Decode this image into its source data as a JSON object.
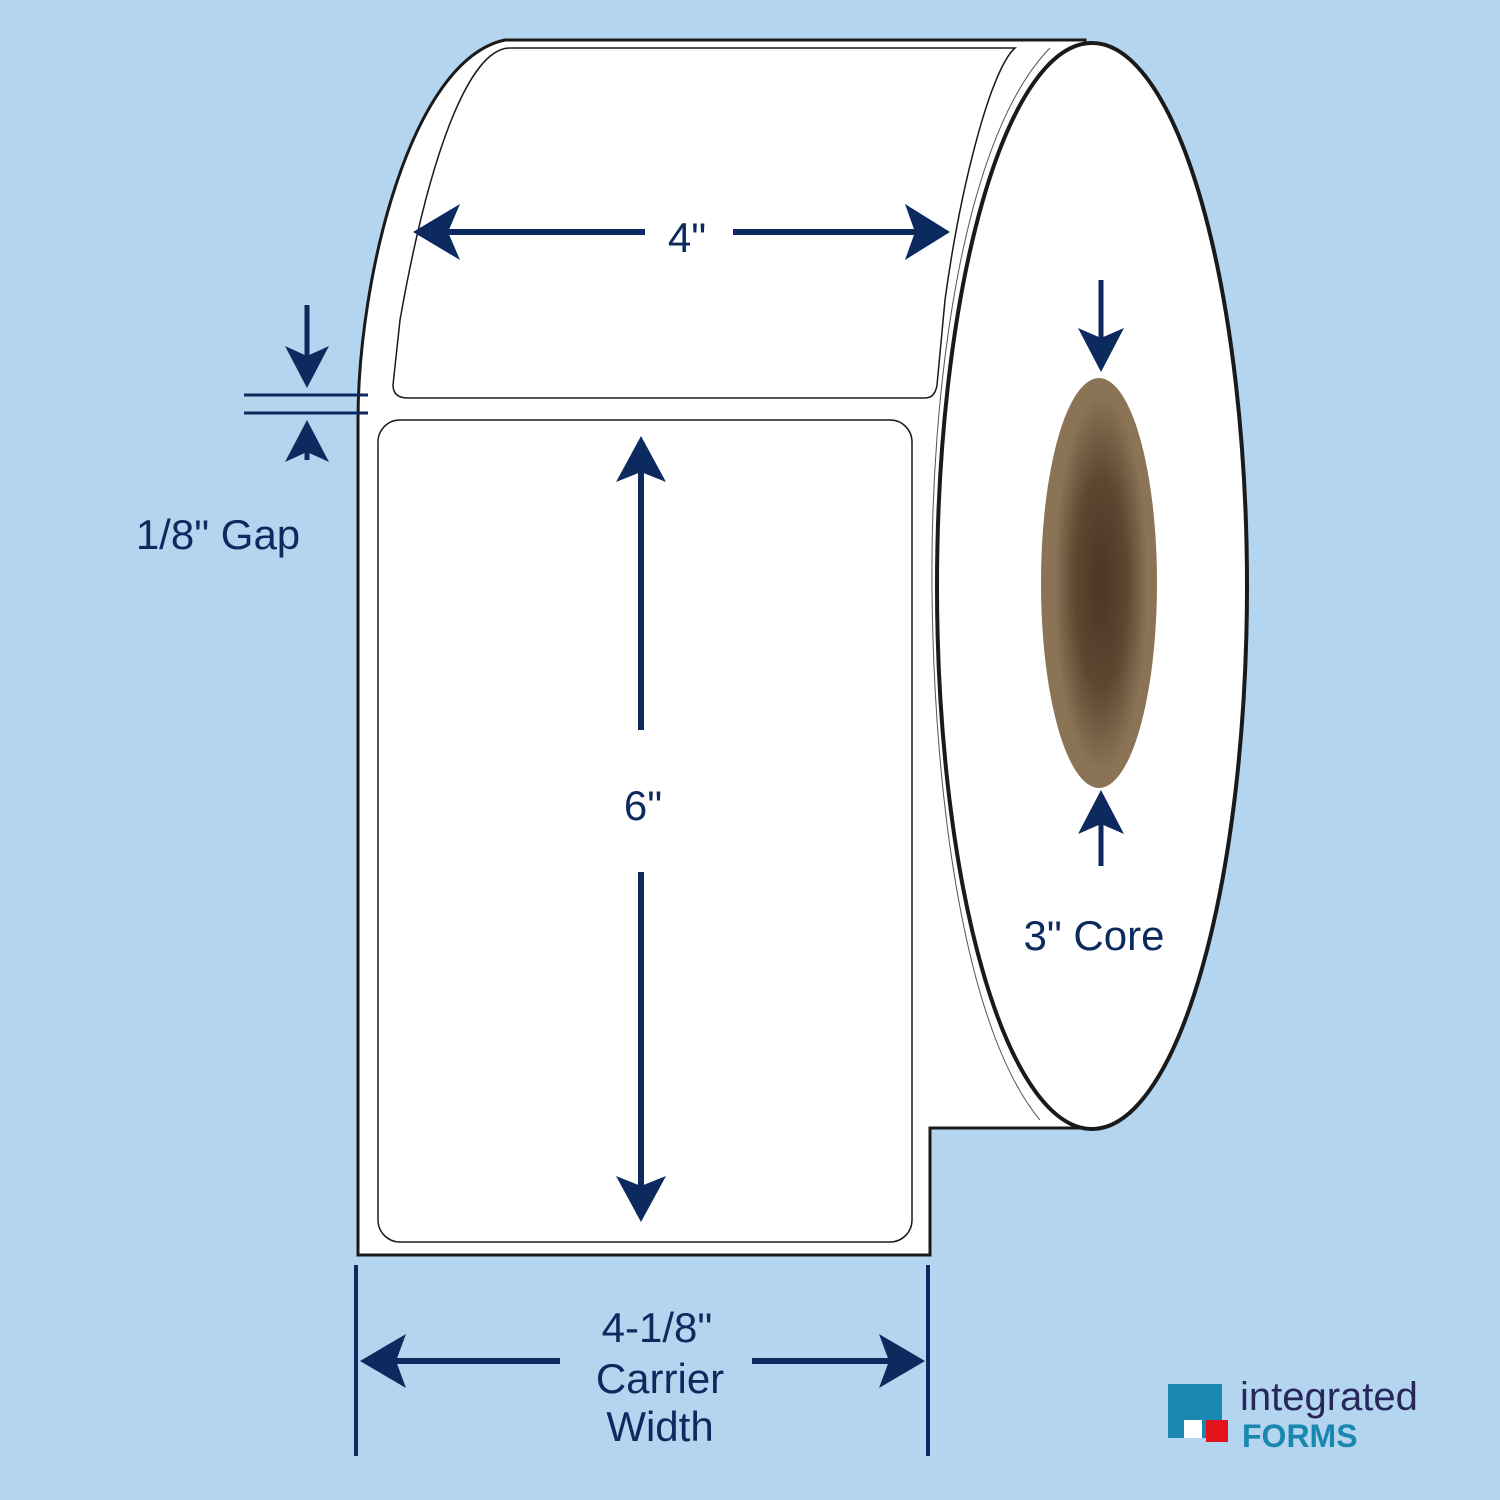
{
  "colors": {
    "background": "#b3d5ef",
    "outline": "#1a1a1a",
    "dimension": "#0d2a5e",
    "core_outer": "#8b7356",
    "core_inner": "#4a3624",
    "logo_teal": "#1a87b0",
    "logo_red": "#e3131b",
    "logo_navy": "#27275c"
  },
  "dimensions": {
    "label_width": "4\"",
    "label_height": "6\"",
    "gap": "1/8\" Gap",
    "core": "3\" Core",
    "carrier_value": "4-1/8\"",
    "carrier_line1": "Carrier",
    "carrier_line2": "Width"
  },
  "logo": {
    "word1": "integrated",
    "word2": "FORMS"
  }
}
